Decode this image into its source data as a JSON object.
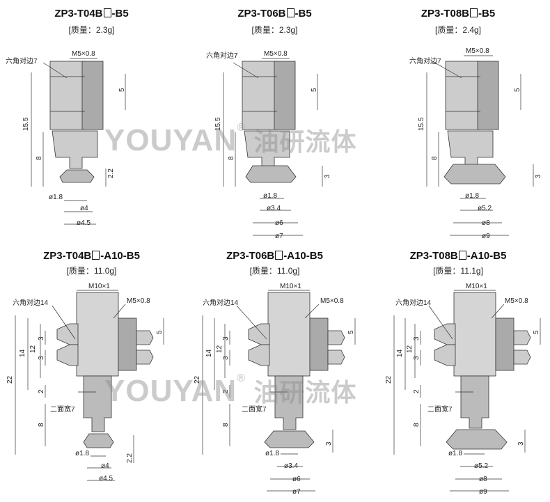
{
  "watermark": {
    "brand": "YOUYAN",
    "reg": "®",
    "cn": "油研流体"
  },
  "top": [
    {
      "model_prefix": "ZP3-T04B",
      "model_suffix": "-B5",
      "mass": "[质量：2.3g]",
      "hex": "六角对边7",
      "thread": "M5×0.8",
      "d1": "5",
      "d_total": "15.5",
      "d_mid": "8",
      "d_pad": "2.2",
      "dia": [
        "ø1.8",
        "ø4",
        "ø4.5"
      ]
    },
    {
      "model_prefix": "ZP3-T06B",
      "model_suffix": "-B5",
      "mass": "[质量：2.3g]",
      "hex": "六角对边7",
      "thread": "M5×0.8",
      "d1": "5",
      "d_total": "15.5",
      "d_mid": "8",
      "d_pad": "3",
      "dia": [
        "ø1.8",
        "ø3.4",
        "ø6",
        "ø7"
      ]
    },
    {
      "model_prefix": "ZP3-T08B",
      "model_suffix": "-B5",
      "mass": "[质量：2.4g]",
      "hex": "六角对边7",
      "thread": "M5×0.8",
      "d1": "5",
      "d_total": "15.5",
      "d_mid": "8",
      "d_pad": "3",
      "dia": [
        "ø1.8",
        "ø5.2",
        "ø8",
        "ø9"
      ]
    }
  ],
  "bottom": [
    {
      "model_prefix": "ZP3-T04B",
      "model_suffix": "-A10-B5",
      "mass": "[质量：11.0g]",
      "thread_big": "M10×1",
      "hex": "六角对边14",
      "thread": "M5×0.8",
      "flats": "二面宽7",
      "d_total": "22",
      "d_14": "14",
      "d_12": "12",
      "d_3a": "3",
      "d_3b": "3",
      "d_5": "5",
      "d_2": "2",
      "d_8": "8",
      "d_pad": "2.2",
      "dia": [
        "ø1.8",
        "ø4",
        "ø4.5"
      ]
    },
    {
      "model_prefix": "ZP3-T06B",
      "model_suffix": "-A10-B5",
      "mass": "[质量：11.0g]",
      "thread_big": "M10×1",
      "hex": "六角对边14",
      "thread": "M5×0.8",
      "flats": "二面宽7",
      "d_total": "22",
      "d_14": "14",
      "d_12": "12",
      "d_3a": "3",
      "d_3b": "3",
      "d_5": "5",
      "d_2": "2",
      "d_8": "8",
      "d_pad": "3",
      "dia": [
        "ø1.8",
        "ø3.4",
        "ø6",
        "ø7"
      ]
    },
    {
      "model_prefix": "ZP3-T08B",
      "model_suffix": "-A10-B5",
      "mass": "[质量：11.1g]",
      "thread_big": "M10×1",
      "hex": "六角对边14",
      "thread": "M5×0.8",
      "flats": "二面宽7",
      "d_total": "22",
      "d_14": "14",
      "d_12": "12",
      "d_3a": "3",
      "d_3b": "3",
      "d_5": "5",
      "d_2": "2",
      "d_8": "8",
      "d_pad": "3",
      "dia": [
        "ø1.8",
        "ø5.2",
        "ø8",
        "ø9"
      ]
    }
  ]
}
